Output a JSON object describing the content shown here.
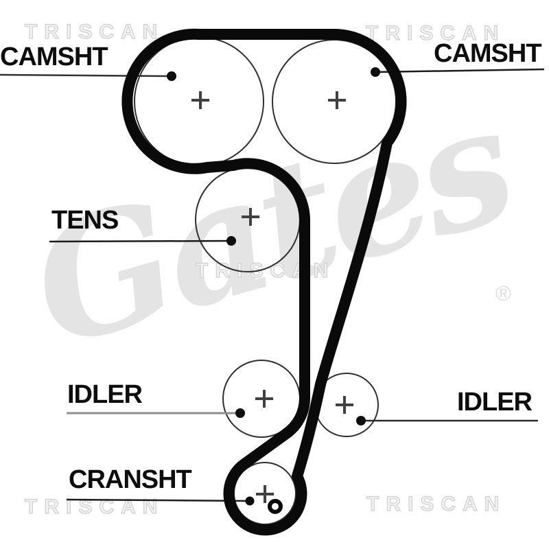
{
  "diagram": {
    "type": "timing-belt-routing-diagram",
    "labels": {
      "camshaft_left": "CAMSHT",
      "camshaft_right": "CAMSHT",
      "tensioner": "TENS",
      "idler_left": "IDLER",
      "idler_right": "IDLER",
      "crankshaft": "CRANSHT"
    },
    "pulleys": [
      {
        "name": "camshaft-left",
        "label": "CAMSHT"
      },
      {
        "name": "camshaft-right",
        "label": "CAMSHT"
      },
      {
        "name": "tensioner",
        "label": "TENS"
      },
      {
        "name": "idler-left",
        "label": "IDLER"
      },
      {
        "name": "idler-right",
        "label": "IDLER"
      },
      {
        "name": "crankshaft",
        "label": "CRANSHT"
      }
    ],
    "watermarks": {
      "brand": "TRISCAN",
      "logo_script": "Gates",
      "registered_mark": "®"
    },
    "colors": {
      "background": "#ffffff",
      "belt": "#0a0a0a",
      "pulley_outline": "#2e2e2e",
      "crosshair": "#404040",
      "leader_line": "#1c1c1c",
      "leader_line_gray": "#8f8f8f",
      "watermark_gray": "#e4e4e4",
      "watermark_outline": "#cfcfcf"
    }
  }
}
